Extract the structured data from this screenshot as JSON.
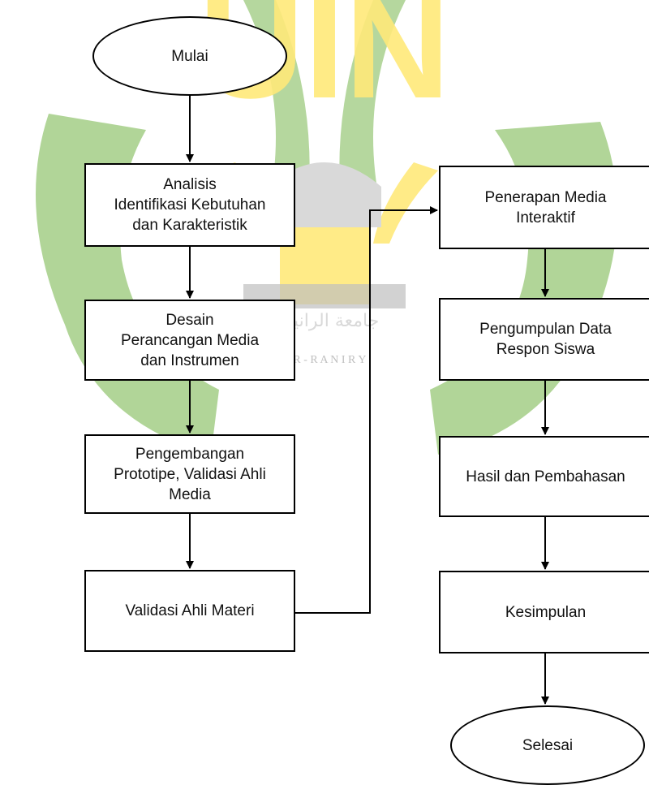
{
  "watermark": {
    "logo_text": "UIN",
    "arabic_text": "جامعة الرانيري",
    "latin_text": "A R - R A N I R Y",
    "colors": {
      "green": "#A8D08D",
      "yellow": "#FFE97A",
      "gray": "#D9D9D9"
    }
  },
  "nodes": {
    "start": "Mulai",
    "analysis": "Analisis\nIdentifikasi Kebutuhan\ndan Karakteristik",
    "design": "Desain\nPerancangan Media\ndan Instrumen",
    "development": "Pengembangan\nPrototipe, Validasi Ahli\nMedia",
    "material_validation": "Validasi Ahli Materi",
    "implementation": "Penerapan Media\nInteraktif",
    "data_collection": "Pengumpulan Data\nRespon Siswa",
    "results": "Hasil dan Pembahasan",
    "conclusion": "Kesimpulan",
    "end": "Selesai"
  },
  "edges": [
    {
      "from": "start",
      "to": "analysis"
    },
    {
      "from": "analysis",
      "to": "design"
    },
    {
      "from": "design",
      "to": "development"
    },
    {
      "from": "development",
      "to": "material_validation"
    },
    {
      "from": "material_validation",
      "to": "implementation"
    },
    {
      "from": "implementation",
      "to": "data_collection"
    },
    {
      "from": "data_collection",
      "to": "results"
    },
    {
      "from": "results",
      "to": "conclusion"
    },
    {
      "from": "conclusion",
      "to": "end"
    }
  ]
}
